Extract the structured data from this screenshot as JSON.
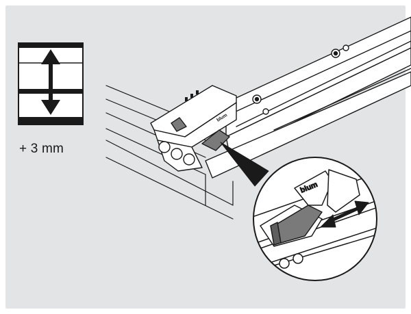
{
  "adjustment": {
    "caption": "+ 3 mm",
    "direction": "vertical"
  },
  "brand_marks": {
    "clip_logo": "blum",
    "detail_logo": "blum"
  },
  "icons": {
    "height_adjust": "height-adjustment-icon",
    "double_arrow": "double-arrow-icon"
  },
  "colors": {
    "background": "#e3e4e5",
    "line": "#1a1a1a",
    "lever_fill": "#7a7a7a",
    "part_fill": "#ffffff"
  }
}
